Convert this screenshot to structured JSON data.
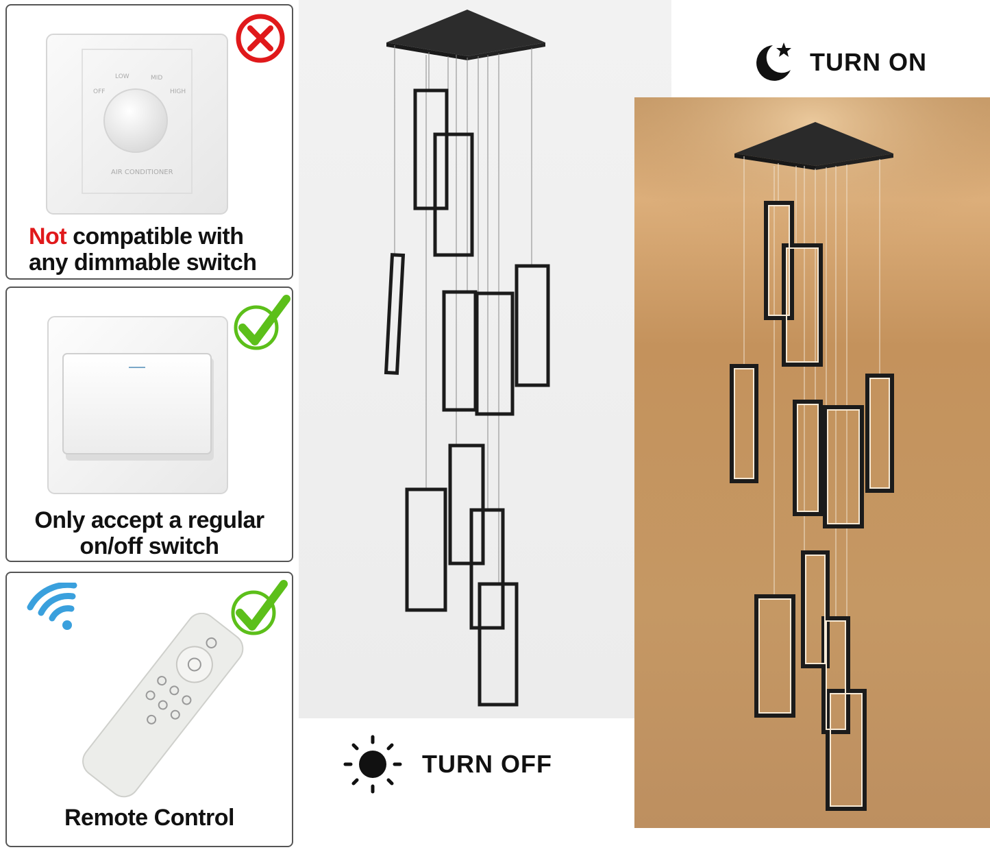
{
  "panels": {
    "dimmer": {
      "caption_negative": "Not",
      "caption_rest_line1": " compatible with",
      "caption_line2": "any dimmable switch",
      "status_icon": "red-cross-icon",
      "dial_labels": {
        "off": "OFF",
        "low": "LOW",
        "mid": "MID",
        "high": "HIGH",
        "bottom": "AIR CONDITIONER"
      }
    },
    "regular": {
      "caption_line1": "Only accept a regular",
      "caption_line2": "on/off switch",
      "status_icon": "green-check-icon"
    },
    "remote": {
      "caption": "Remote Control",
      "status_icon": "green-check-icon",
      "signal_icon": "wifi-signal-icon"
    }
  },
  "states": {
    "off_label": "TURN OFF",
    "off_icon": "sun-icon",
    "on_label": "TURN ON",
    "on_icon": "moon-star-icon"
  },
  "colors": {
    "negative": "#e0191b",
    "check_green": "#5cbf1a",
    "wifi_blue": "#3aa0dd",
    "lamp_frame": "#1b1b1b",
    "warm_bg": "#c89a67"
  }
}
